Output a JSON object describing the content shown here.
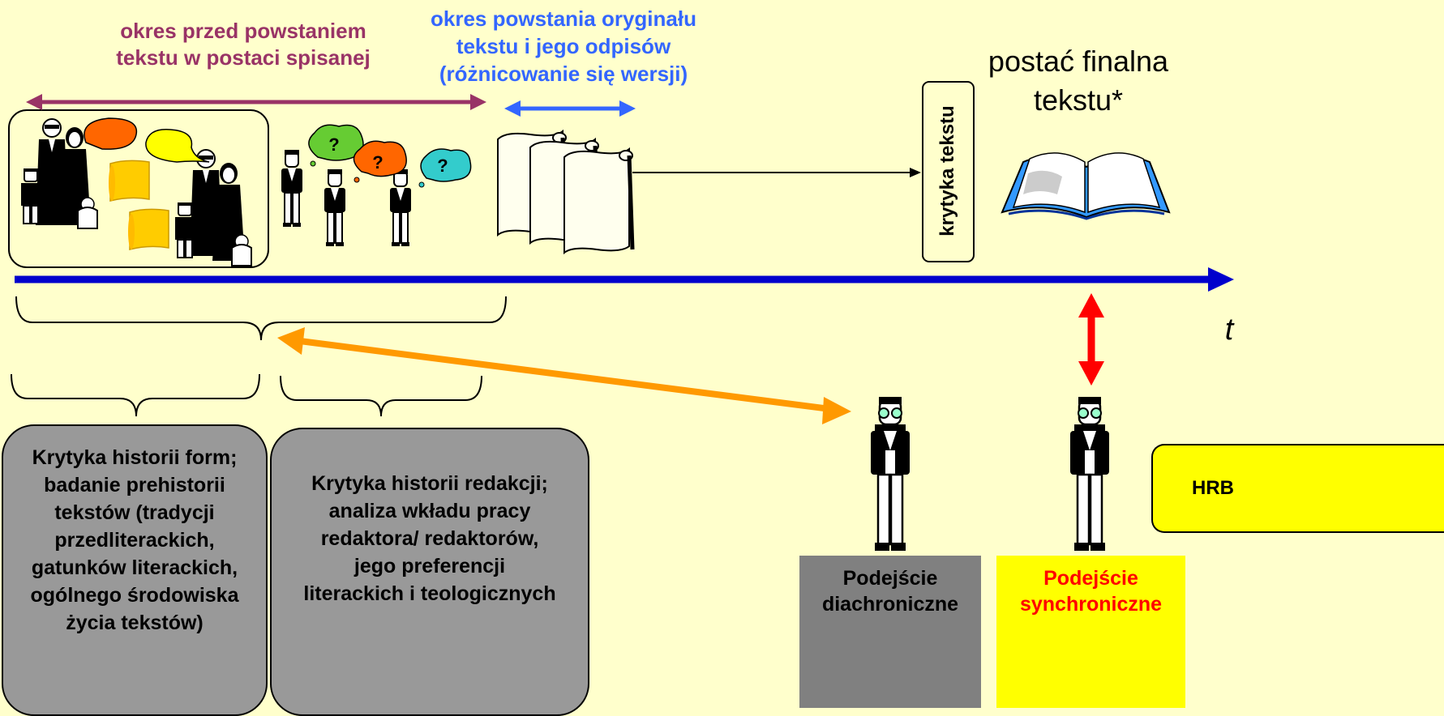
{
  "labels": {
    "pre_written": "okres przed powstaniem\ntekstu w postaci spisanej",
    "origin_period": "okres powstania oryginału\ntekstu i jego odpisów\n(różnicowanie się wersji)",
    "final_form": "postać finalna\ntekstu*",
    "text_criticism": "krytyka tekstu",
    "time_axis": "t",
    "question_mark": "?"
  },
  "boxes": {
    "form_criticism": "Krytyka historii form;\nbadanie prehistorii\ntekstów (tradycji\nprzedliterackich,\ngatunków literackich,\nogólnego środowiska\nżycia tekstów)",
    "redaction_criticism": "Krytyka historii redakcji;\nanaliza wkładu pracy\nredaktora/ redaktorów,\njego preferencji\nliterackich i teologicznych",
    "diachronic": "Podejście\ndiachroniczne",
    "synchronic": "Podejście\nsynchroniczne",
    "hrb": "HRB"
  },
  "colors": {
    "background": "#ffffcc",
    "purple": "#993366",
    "blue_text": "#3366ff",
    "axis": "#0000cc",
    "orange": "#ff9900",
    "red": "#ff0000",
    "gray_box": "#999999",
    "dark_gray": "#808080",
    "yellow_box": "#ffff00"
  }
}
